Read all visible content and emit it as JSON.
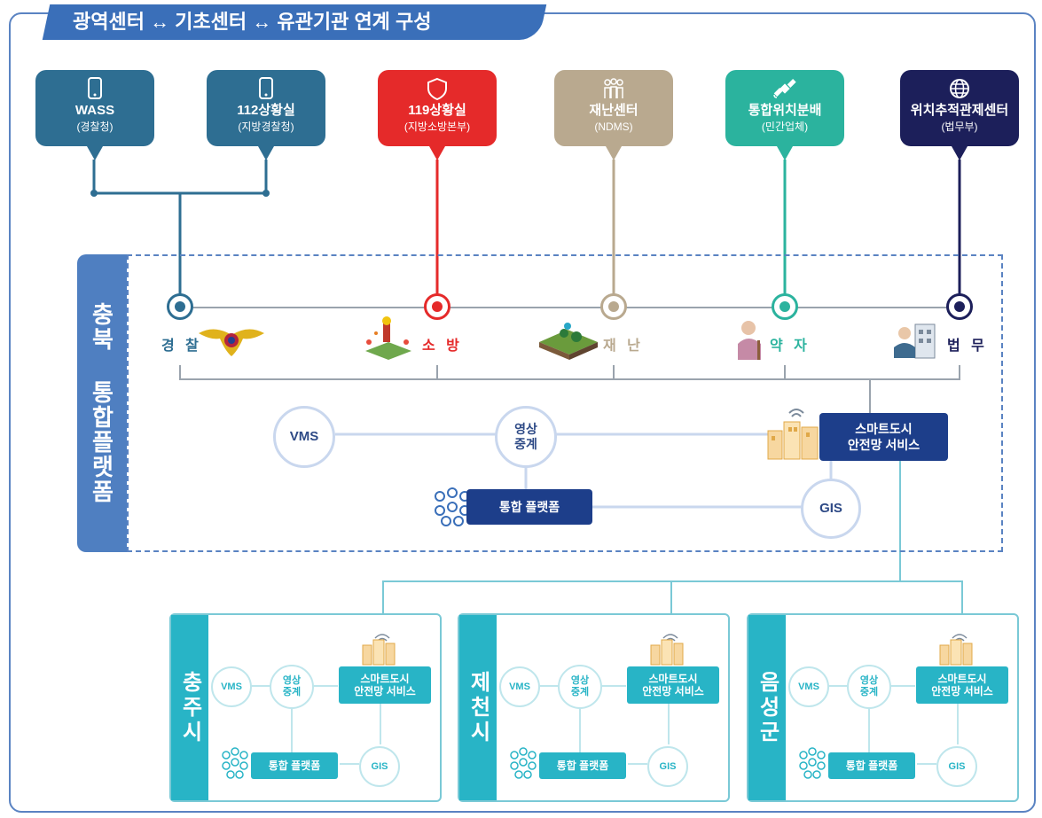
{
  "title": "광역센터 ↔ 기초센터 ↔ 유관기관 연계 구성",
  "colors": {
    "police": "#2e6e92",
    "fire": "#e52a2a",
    "disaster": "#b9a98f",
    "vulnerable": "#2bb39e",
    "justice": "#1c1f5a",
    "frame": "#5a83c2",
    "region": "#28b4c6"
  },
  "agencies": [
    {
      "name": "WASS",
      "sub": "(경찰청)",
      "icon": "phone-icon",
      "color": "#2e6e92"
    },
    {
      "name": "112상황실",
      "sub": "(지방경찰청)",
      "icon": "phone-icon",
      "color": "#2e6e92"
    },
    {
      "name": "119상황실",
      "sub": "(지방소방본부)",
      "icon": "shield-icon",
      "color": "#e52a2a"
    },
    {
      "name": "재난센터",
      "sub": "(NDMS)",
      "icon": "people-icon",
      "color": "#b9a98f"
    },
    {
      "name": "통합위치분배",
      "sub": "(민간업체)",
      "icon": "satellite-icon",
      "color": "#2bb39e"
    },
    {
      "name": "위치추적관제센터",
      "sub": "(법무부)",
      "icon": "globe-icon",
      "color": "#1c1f5a"
    }
  ],
  "platform": {
    "label": "충북 통합플랫폼"
  },
  "services": [
    {
      "label": "경 찰",
      "color": "#2e6e92"
    },
    {
      "label": "소 방",
      "color": "#e52a2a"
    },
    {
      "label": "재 난",
      "color": "#b9a98f"
    },
    {
      "label": "약 자",
      "color": "#2bb39e"
    },
    {
      "label": "법 무",
      "color": "#1c1f5a"
    }
  ],
  "center": {
    "vms": "VMS",
    "video": "영상\n중계",
    "smart": "스마트도시\n안전망 서비스",
    "platform": "통합 플랫폼",
    "gis": "GIS"
  },
  "regions": [
    {
      "name": "충주시"
    },
    {
      "name": "제천시"
    },
    {
      "name": "음성군"
    }
  ]
}
